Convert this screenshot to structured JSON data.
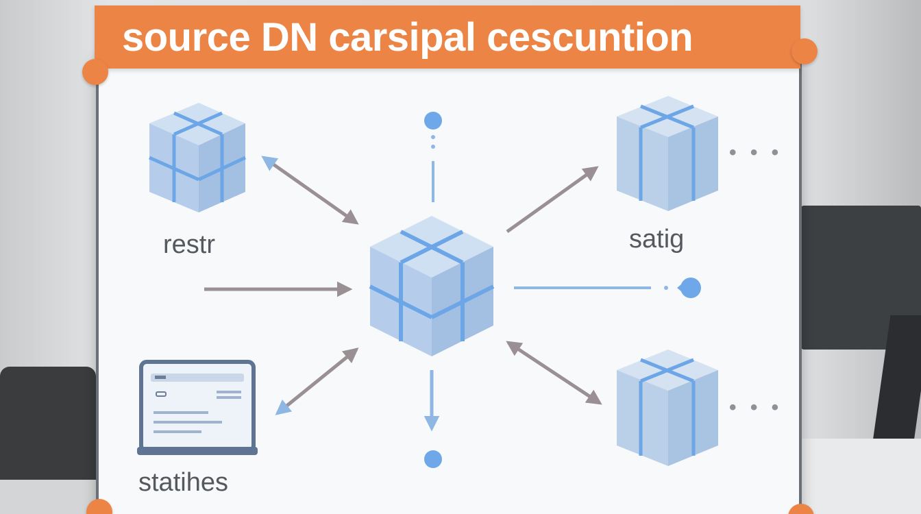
{
  "title": "source DN carsipal cescuntion",
  "nodes": {
    "top_left_label": "restr",
    "top_right_label": "satig",
    "bottom_left_label": "statihes",
    "top_right_more": "• • •",
    "bottom_right_more": "• • •"
  },
  "colors": {
    "banner": "#ec8446",
    "cube_face_light": "#cfe0f3",
    "cube_face_mid": "#b5cdea",
    "cube_face_dark": "#a3bfe2",
    "cube_line": "#6da6e6",
    "arrow_gray": "#9a8f93",
    "arrow_blue": "#8fb7e3",
    "dot_blue": "#6fa8e8"
  }
}
